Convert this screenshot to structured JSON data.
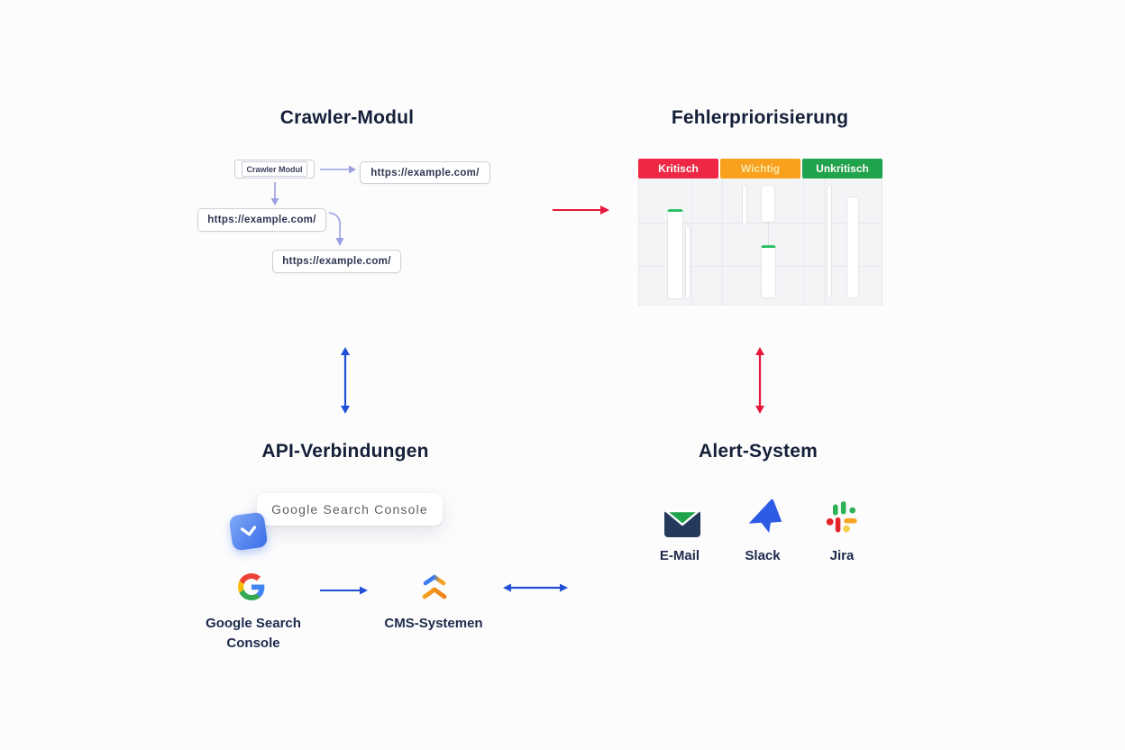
{
  "crawler": {
    "title": "Crawler-Modul",
    "module_label": "Crawler Modul",
    "urls": [
      "https://example.com/",
      "https://example.com/",
      "https://example.com/"
    ]
  },
  "priorities": {
    "title": "Fehlerpriorisierung",
    "columns": [
      {
        "label": "Kritisch",
        "bg": "#ee2744",
        "fg": "#ffffff"
      },
      {
        "label": "Wichtig",
        "bg": "#f9a11d",
        "fg": "#ffeaa6"
      },
      {
        "label": "Unkritisch",
        "bg": "#1fa44d",
        "fg": "#ffffff"
      }
    ]
  },
  "api": {
    "title": "API-Verbindungen",
    "tooltip": "Google Search Console",
    "gsc_label": "Google Search Console",
    "cms_label": "CMS-Systemen"
  },
  "alerts": {
    "title": "Alert-System",
    "items": [
      {
        "label": "E-Mail",
        "icon": "envelope-icon"
      },
      {
        "label": "Slack",
        "icon": "paper-plane-icon"
      },
      {
        "label": "Jira",
        "icon": "pinwheel-icon"
      }
    ]
  },
  "colors": {
    "title_text": "#141f38",
    "label_text": "#1c2a4a",
    "flow_arrow": "#9a9fe0",
    "blue_arrow": "#1f50d5",
    "red_arrow": "#e8173d",
    "board_bg": "#f3f4f6",
    "card_green": "#2ec167"
  }
}
